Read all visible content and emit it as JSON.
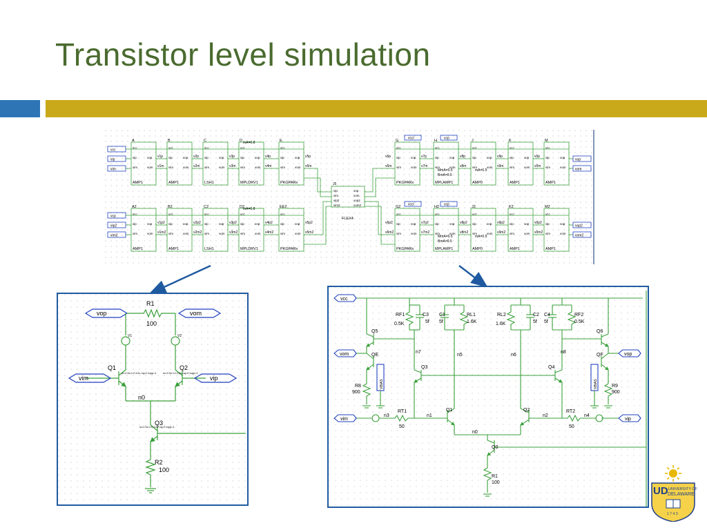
{
  "slide": {
    "title": "Transistor level simulation",
    "accent_colors": {
      "title": "#4a6b2f",
      "blue_bar": "#2e75b6",
      "gold_bar": "#c9a91a",
      "panel_border": "#1f5aa0",
      "wire": "#3aa03a"
    }
  },
  "top_schematic": {
    "row1_blocks": [
      {
        "ref": "A",
        "name": "AMP1",
        "param": ""
      },
      {
        "ref": "B",
        "name": "AMP1",
        "param": ""
      },
      {
        "ref": "C",
        "name": "LSH1",
        "param": ""
      },
      {
        "ref": "D",
        "name": "MPLDRV1",
        "param": "mA=0.8"
      },
      {
        "ref": "E",
        "name": "PKGPARx",
        "param": ""
      },
      {
        "ref": "G",
        "name": "PKGPARx",
        "param": ""
      },
      {
        "ref": "H",
        "name": "MPLAMP1",
        "param": "MmA=0.5\nBmA=0.5"
      },
      {
        "ref": "J",
        "name": "AMP0",
        "param": "mA=0.5"
      },
      {
        "ref": "K",
        "name": "AMP1",
        "param": ""
      },
      {
        "ref": "M",
        "name": "AMP1",
        "param": ""
      }
    ],
    "row2_blocks": [
      {
        "ref": "A2",
        "name": "AMP1",
        "param": ""
      },
      {
        "ref": "B2",
        "name": "AMP1",
        "param": ""
      },
      {
        "ref": "C2",
        "name": "LSH1",
        "param": ""
      },
      {
        "ref": "D2",
        "name": "MPLDRV1",
        "param": "mA=0.8"
      },
      {
        "ref": "EE2",
        "name": "PKGPARx",
        "param": ""
      },
      {
        "ref": "G2",
        "name": "PKGPARx",
        "param": ""
      },
      {
        "ref": "H2",
        "name": "MPLAMP1",
        "param": "MmA=0.5\nBmA=0.5"
      },
      {
        "ref": "J2",
        "name": "AMP0",
        "param": "mA=0.5"
      },
      {
        "ref": "K2",
        "name": "AMP1",
        "param": ""
      },
      {
        "ref": "M2",
        "name": "AMP1",
        "param": ""
      }
    ],
    "row1_nets": [
      "v1p",
      "v1m",
      "v2p",
      "v2m",
      "v3p",
      "v3m",
      "v4p",
      "v4m",
      "v5p",
      "v5m",
      "v6p",
      "v6m",
      "v7p",
      "v7m",
      "v8p",
      "v8m",
      "v9p",
      "v9m",
      "v0p",
      "v0m"
    ],
    "row2_nets": [
      "v1p2",
      "v1m2",
      "v2p2",
      "v2m2",
      "v3p2",
      "v3m2",
      "v4p2",
      "v4m2",
      "v5p2",
      "v5m2",
      "v6p2",
      "v6m2",
      "v7p2",
      "v7m2",
      "v8p2",
      "v8m2",
      "v9p2",
      "v9m2",
      "v0p2",
      "v0m2"
    ],
    "input_ports_row1": [
      "vcc",
      "vip",
      "vim"
    ],
    "input_ports_row2": [
      "vcp",
      "vip2",
      "vim2"
    ],
    "output_ports_row1": [
      "vop",
      "vom"
    ],
    "output_ports_row2": [
      "vop2",
      "vom2"
    ],
    "supply_ports": [
      "vccl",
      "vcp"
    ],
    "center_block": {
      "name": "FLEX4",
      "ref": "J5",
      "pins_left": [
        "vip",
        "vim",
        "vip2",
        "vim2"
      ],
      "pins_right": [
        "vop",
        "vom",
        "vop2",
        "vom2"
      ]
    },
    "pin_labels": [
      "vcc",
      "vip",
      "vim",
      "vop",
      "vom"
    ]
  },
  "left_panel": {
    "r1_label": "R1",
    "r1_value": "100",
    "vop": "vop",
    "vom": "vom",
    "vim": "vim",
    "vip": "vip",
    "v1": "V1",
    "v2": "V2",
    "q1": "Q1",
    "q2": "Q2",
    "q3": "Q3",
    "q_params": "w=2.5u\nl=0.12u\nnq=0\nlopp=1",
    "n0": "n0",
    "r2_label": "R2",
    "r2_value": "100"
  },
  "right_panel": {
    "vcc": "vcc",
    "vom": "vom",
    "vop": "vop",
    "vim": "vim",
    "vip": "vip",
    "rf1": "RF1",
    "rf1_value": "0.5K",
    "c3": "C3",
    "c3_value": "5f",
    "c1": "C1",
    "c1_value": "5f",
    "rl1": "RL1",
    "rl1_value": "1.6K",
    "rl2": "RL2",
    "rl2_value": "1.6K",
    "c2": "C2",
    "c2_value": "5f",
    "c4": "C4",
    "c4_value": "5f",
    "rf2": "RF2",
    "rf2_value": "0.5K",
    "q5": "Q5",
    "qe": "QE",
    "q3": "Q3",
    "q4": "Q4",
    "q6": "Q6",
    "qf": "QF",
    "q1": "Q1",
    "q2": "Q2",
    "q0": "Q0",
    "n7": "n7",
    "n5": "n5",
    "n6": "n6",
    "n8": "n8",
    "n3": "n3",
    "n1": "n1",
    "n2": "n2",
    "n4": "n4",
    "n0": "n0",
    "vbias": "VBIAS",
    "r8": "R8",
    "r8_value": "900",
    "r9": "R9",
    "r9_value": "900",
    "rt1": "RT1",
    "rt1_value": "50",
    "rt2": "RT2",
    "rt2_value": "50",
    "r1": "R1",
    "r1_value": "100"
  },
  "logo": {
    "text_line1": "UNIVERSITY OF",
    "text_line2": "DELAWARE",
    "year": "1743",
    "initials": "UD"
  }
}
